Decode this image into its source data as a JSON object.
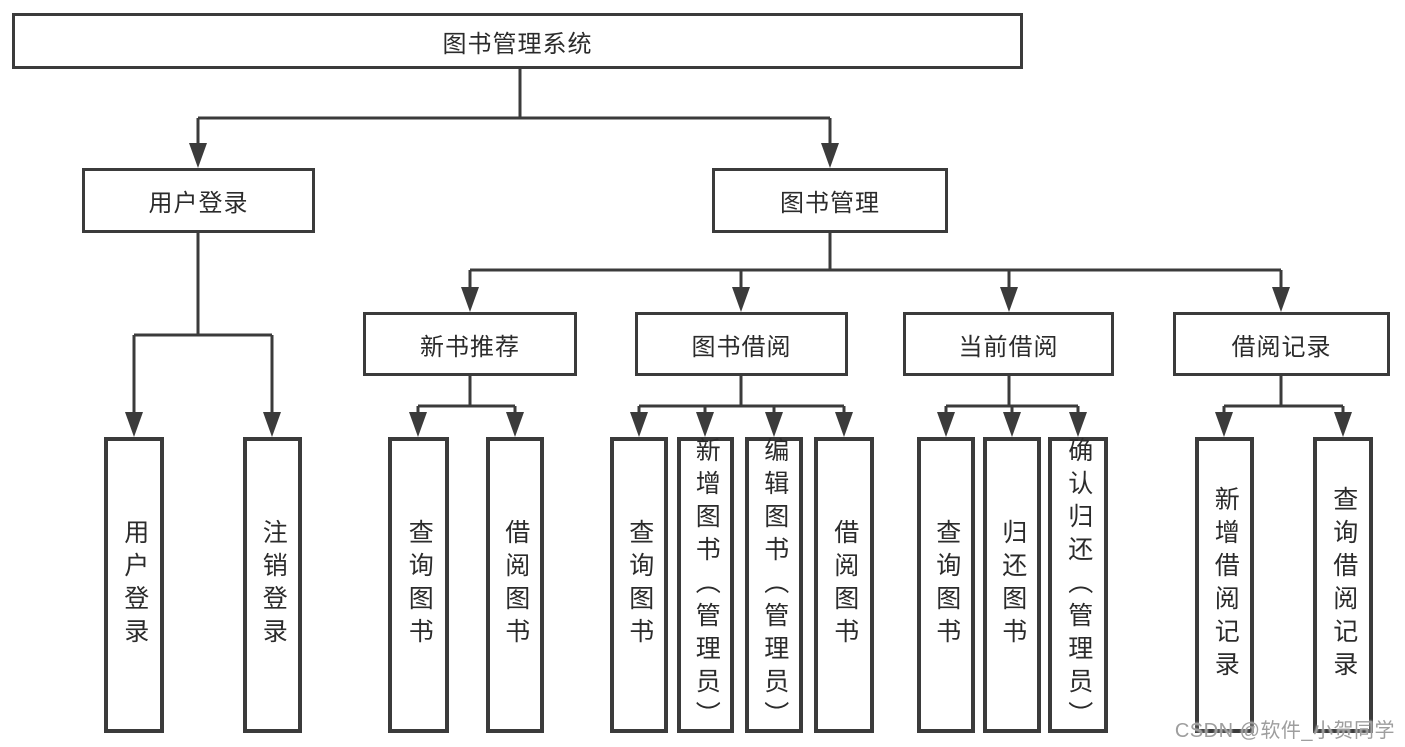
{
  "tree": {
    "root": "图书管理系统",
    "branches": [
      {
        "label": "用户登录",
        "leaves": [
          "用户登录",
          "注销登录"
        ]
      },
      {
        "label": "图书管理",
        "groups": [
          {
            "label": "新书推荐",
            "leaves": [
              "查询图书",
              "借阅图书"
            ]
          },
          {
            "label": "图书借阅",
            "leaves": [
              "查询图书",
              "新增图书（管理员）",
              "编辑图书（管理员）",
              "借阅图书"
            ]
          },
          {
            "label": "当前借阅",
            "leaves": [
              "查询图书",
              "归还图书",
              "确认归还（管理员）"
            ]
          },
          {
            "label": "借阅记录",
            "leaves": [
              "新增借阅记录",
              "查询借阅记录"
            ]
          }
        ]
      }
    ]
  },
  "watermark": {
    "text": "CSDN @软件_小贺同学"
  },
  "colors": {
    "line": "#3b3b3b",
    "text": "#2b2b2b",
    "watermark": "#9e9e9e",
    "background": "#ffffff"
  }
}
